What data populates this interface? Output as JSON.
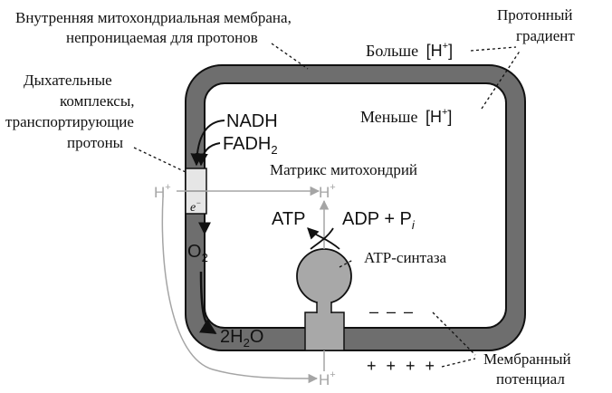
{
  "labels": {
    "membrane_title_line1": "Внутренняя митохондриальная мембрана,",
    "membrane_title_line2": "непроницаемая для протонов",
    "gradient_line1": "Протонный",
    "gradient_line2": "градиент",
    "more_h_word": "Больше",
    "more_h_bracket_open": "[H",
    "more_h_sup": "+",
    "more_h_bracket_close": "]",
    "less_h_word": "Меньше",
    "less_h_bracket_open": "[H",
    "less_h_sup": "+",
    "less_h_bracket_close": "]",
    "resp_line1": "Дыхательные",
    "resp_line2": "комплексы,",
    "resp_line3": "транспортирующие",
    "resp_line4": "протоны",
    "nadh": "NADH",
    "fadh_main": "FADH",
    "fadh_sub": "2",
    "matrix": "Матрикс митохондрий",
    "h_left": "H",
    "h_left_sup": "+",
    "h_center": "H",
    "h_center_sup": "+",
    "h_bottom": "H",
    "h_bottom_sup": "+",
    "electron": "e",
    "electron_sup": "−",
    "o2_main": "O",
    "o2_sub": "2",
    "water_pre": "2H",
    "water_sub": "2",
    "water_post": "O",
    "atp": "ATP",
    "adp": "ADP + P",
    "adp_sub": "i",
    "atp_synthase": "ATP-синтаза",
    "minus_signs": "– – –",
    "plus_signs": "+ + + +",
    "potential_line1": "Мембранный",
    "potential_line2": "потенциал"
  },
  "colors": {
    "membrane_fill": "#6e6e6e",
    "membrane_stroke": "#111111",
    "complex_fill": "#e6e6e6",
    "synthase_fill": "#a8a8a8",
    "faint_gray": "#a5a5a5",
    "text": "#111111"
  }
}
